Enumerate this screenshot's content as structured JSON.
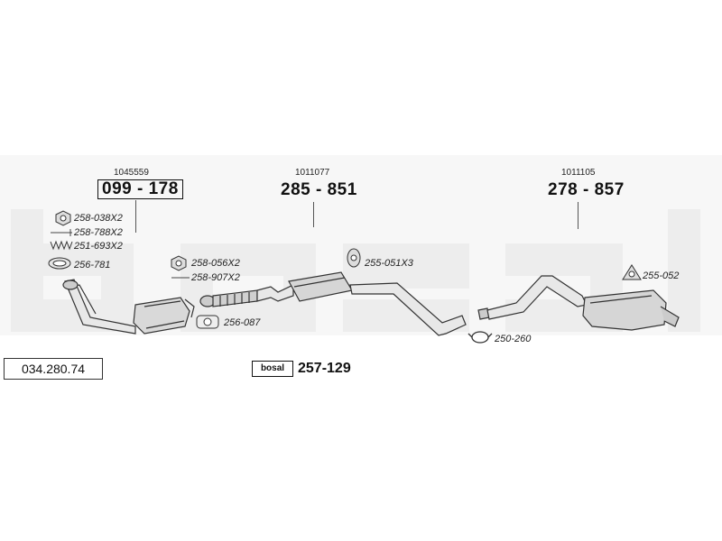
{
  "catalog_number": "034.280.74",
  "watermark_brand": "bosal",
  "assemblies": [
    {
      "ref": "1045559",
      "part": "099 - 178",
      "boxed": true
    },
    {
      "ref": "1011077",
      "part": "285 - 851",
      "boxed": false
    },
    {
      "ref": "1011105",
      "part": "278 - 857",
      "boxed": false
    }
  ],
  "fittings": {
    "nut_kit": "258-038X2",
    "bolt_kit": "258-788X2",
    "spring_kit": "251-693X2",
    "seal_ring": "256-781",
    "nut_kit_2": "258-056X2",
    "bolt_kit_2": "258-907X2",
    "gasket": "256-087",
    "rubber_mount_1": "255-051X3",
    "clamp": "250-260",
    "rubber_mount_2": "255-052"
  },
  "hardware_kit": {
    "brand_label": "bosal",
    "part": "257-129"
  }
}
